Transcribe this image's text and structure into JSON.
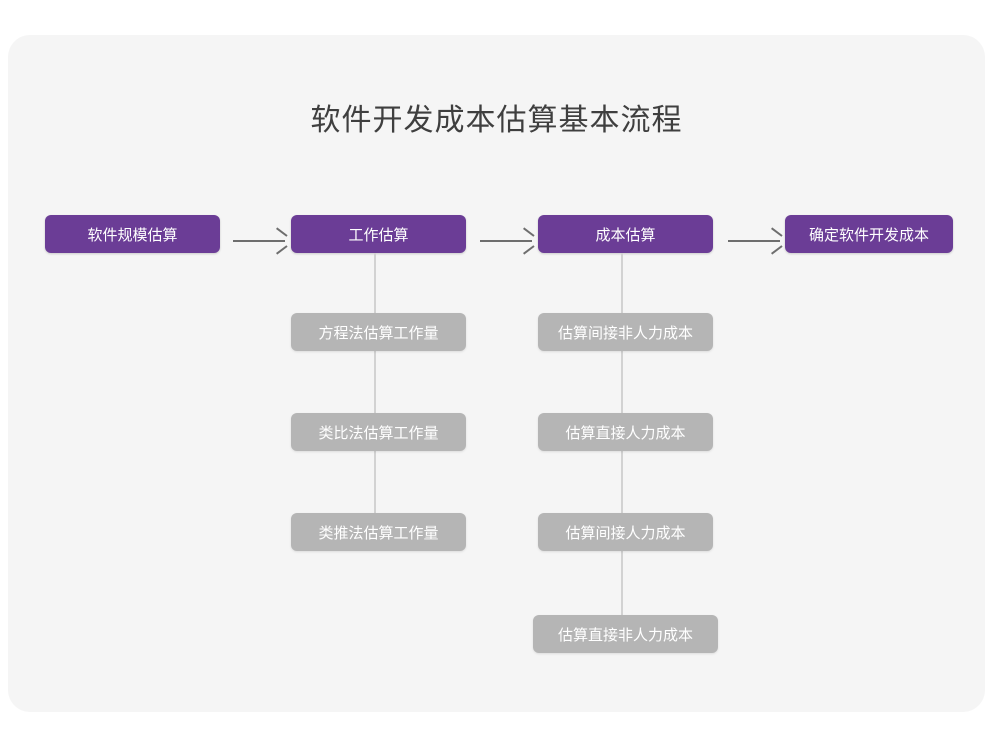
{
  "page": {
    "background_color": "#ffffff",
    "card_color": "#f5f5f5"
  },
  "title": "软件开发成本估算基本流程",
  "colors": {
    "stage_fill": "#6b3d96",
    "stage_text": "#ffffff",
    "sub_fill": "#b5b5b5",
    "sub_text": "#ffffff",
    "connector": "#d2d2d2",
    "arrow": "#6e6e6e",
    "title_text": "#3f3f3f"
  },
  "flow": {
    "stages": [
      {
        "label": "软件规模估算",
        "substeps": []
      },
      {
        "label": "工作估算",
        "substeps": [
          "方程法估算工作量",
          "类比法估算工作量",
          "类推法估算工作量"
        ]
      },
      {
        "label": "成本估算",
        "substeps": [
          "估算间接非人力成本",
          "估算直接人力成本",
          "估算间接人力成本",
          "估算直接非人力成本"
        ]
      },
      {
        "label": "确定软件开发成本",
        "substeps": []
      }
    ],
    "arrows": [
      {
        "from": "软件规模估算",
        "to": "工作估算",
        "glyph": "→"
      },
      {
        "from": "工作估算",
        "to": "成本估算",
        "glyph": "→"
      },
      {
        "from": "成本估算",
        "to": "确定软件开发成本",
        "glyph": "→"
      }
    ]
  }
}
